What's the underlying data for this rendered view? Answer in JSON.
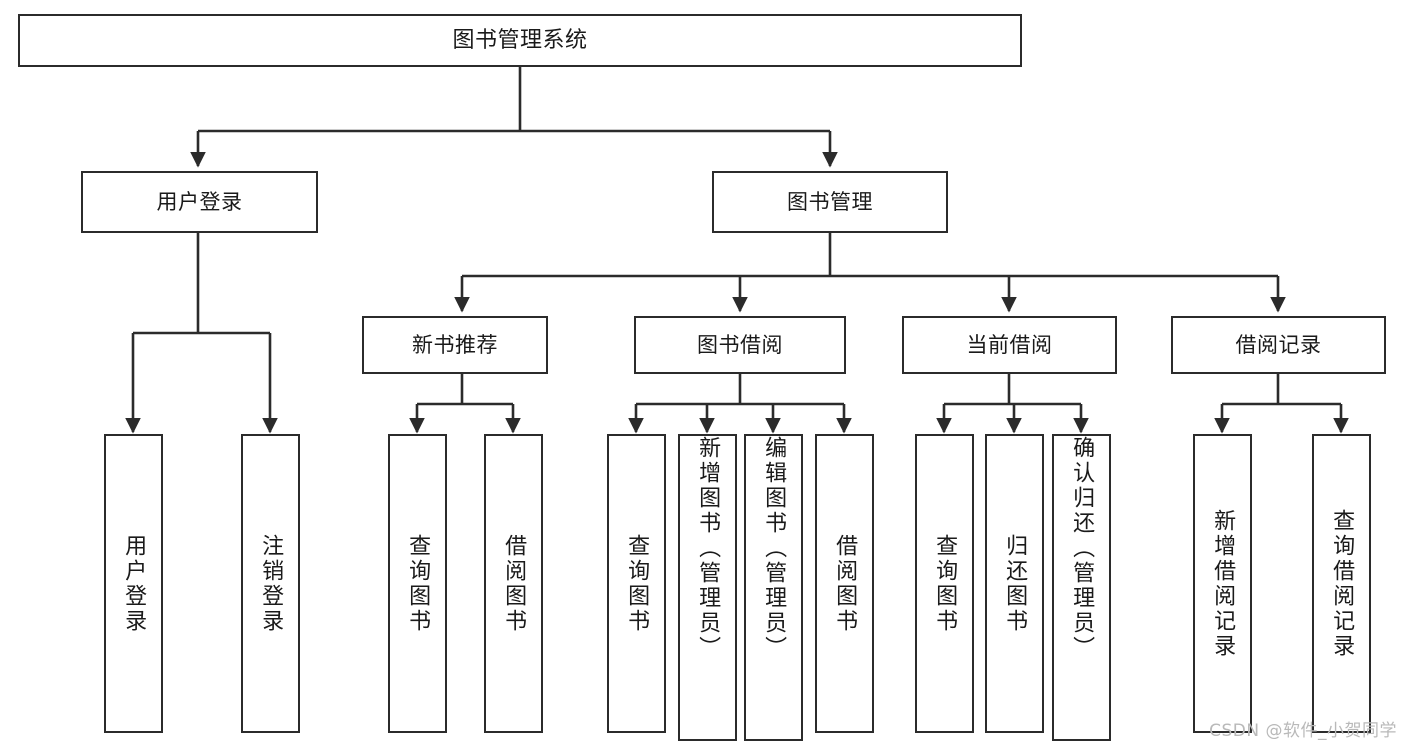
{
  "diagram": {
    "title": "图书管理系统",
    "type": "tree-hierarchy-diagram",
    "stroke_color": "#2b2b2b",
    "fill_color": "#ffffff",
    "text_color": "#1a1a1a"
  },
  "nodes": {
    "root": {
      "label": "图书管理系统"
    },
    "level2": [
      {
        "label": "用户登录"
      },
      {
        "label": "图书管理"
      }
    ],
    "level3": [
      {
        "label": "新书推荐"
      },
      {
        "label": "图书借阅"
      },
      {
        "label": "当前借阅"
      },
      {
        "label": "借阅记录"
      }
    ],
    "leaves": {
      "user_login": [
        {
          "label": "用户登录"
        },
        {
          "label": "注销登录"
        }
      ],
      "new_book_recommend": [
        {
          "label": "查询图书"
        },
        {
          "label": "借阅图书"
        }
      ],
      "book_borrow": [
        {
          "label": "查询图书"
        },
        {
          "label": "新增图书（管理员）"
        },
        {
          "label": "编辑图书（管理员）"
        },
        {
          "label": "借阅图书"
        }
      ],
      "current_borrow": [
        {
          "label": "查询图书"
        },
        {
          "label": "归还图书"
        },
        {
          "label": "确认归还（管理员）"
        }
      ],
      "borrow_record": [
        {
          "label": "新增借阅记录"
        },
        {
          "label": "查询借阅记录"
        }
      ]
    }
  },
  "watermark": {
    "text": "CSDN @软件_小贺同学"
  }
}
